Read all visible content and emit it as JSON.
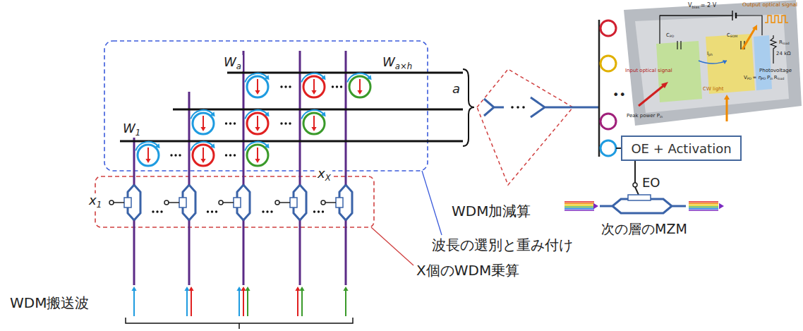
{
  "diagram": {
    "nodes": [
      {
        "text": [
          "OE + Activation"
        ]
      }
    ],
    "labels": [
      "V",
      "bias",
      "= 2 V",
      "Output optical signal",
      "C",
      "PD",
      "C",
      "EOM",
      "W",
      "a",
      "W",
      "a×h",
      "a",
      "Input optical signal",
      "Peak power P",
      "in",
      "CW light",
      "I",
      "ph",
      "R",
      "load",
      "24 kΩ",
      "Photovoltage",
      "V",
      "PD",
      "= η",
      "PD",
      "P",
      "in",
      "R",
      "load",
      "••",
      "W",
      "1",
      "WDM加減算",
      "EO",
      "x",
      "1",
      "x",
      "X",
      "波長の選別と重み付け",
      "次の層のMZM",
      "X個のWDM乗算",
      "WDM搬送波"
    ]
  }
}
